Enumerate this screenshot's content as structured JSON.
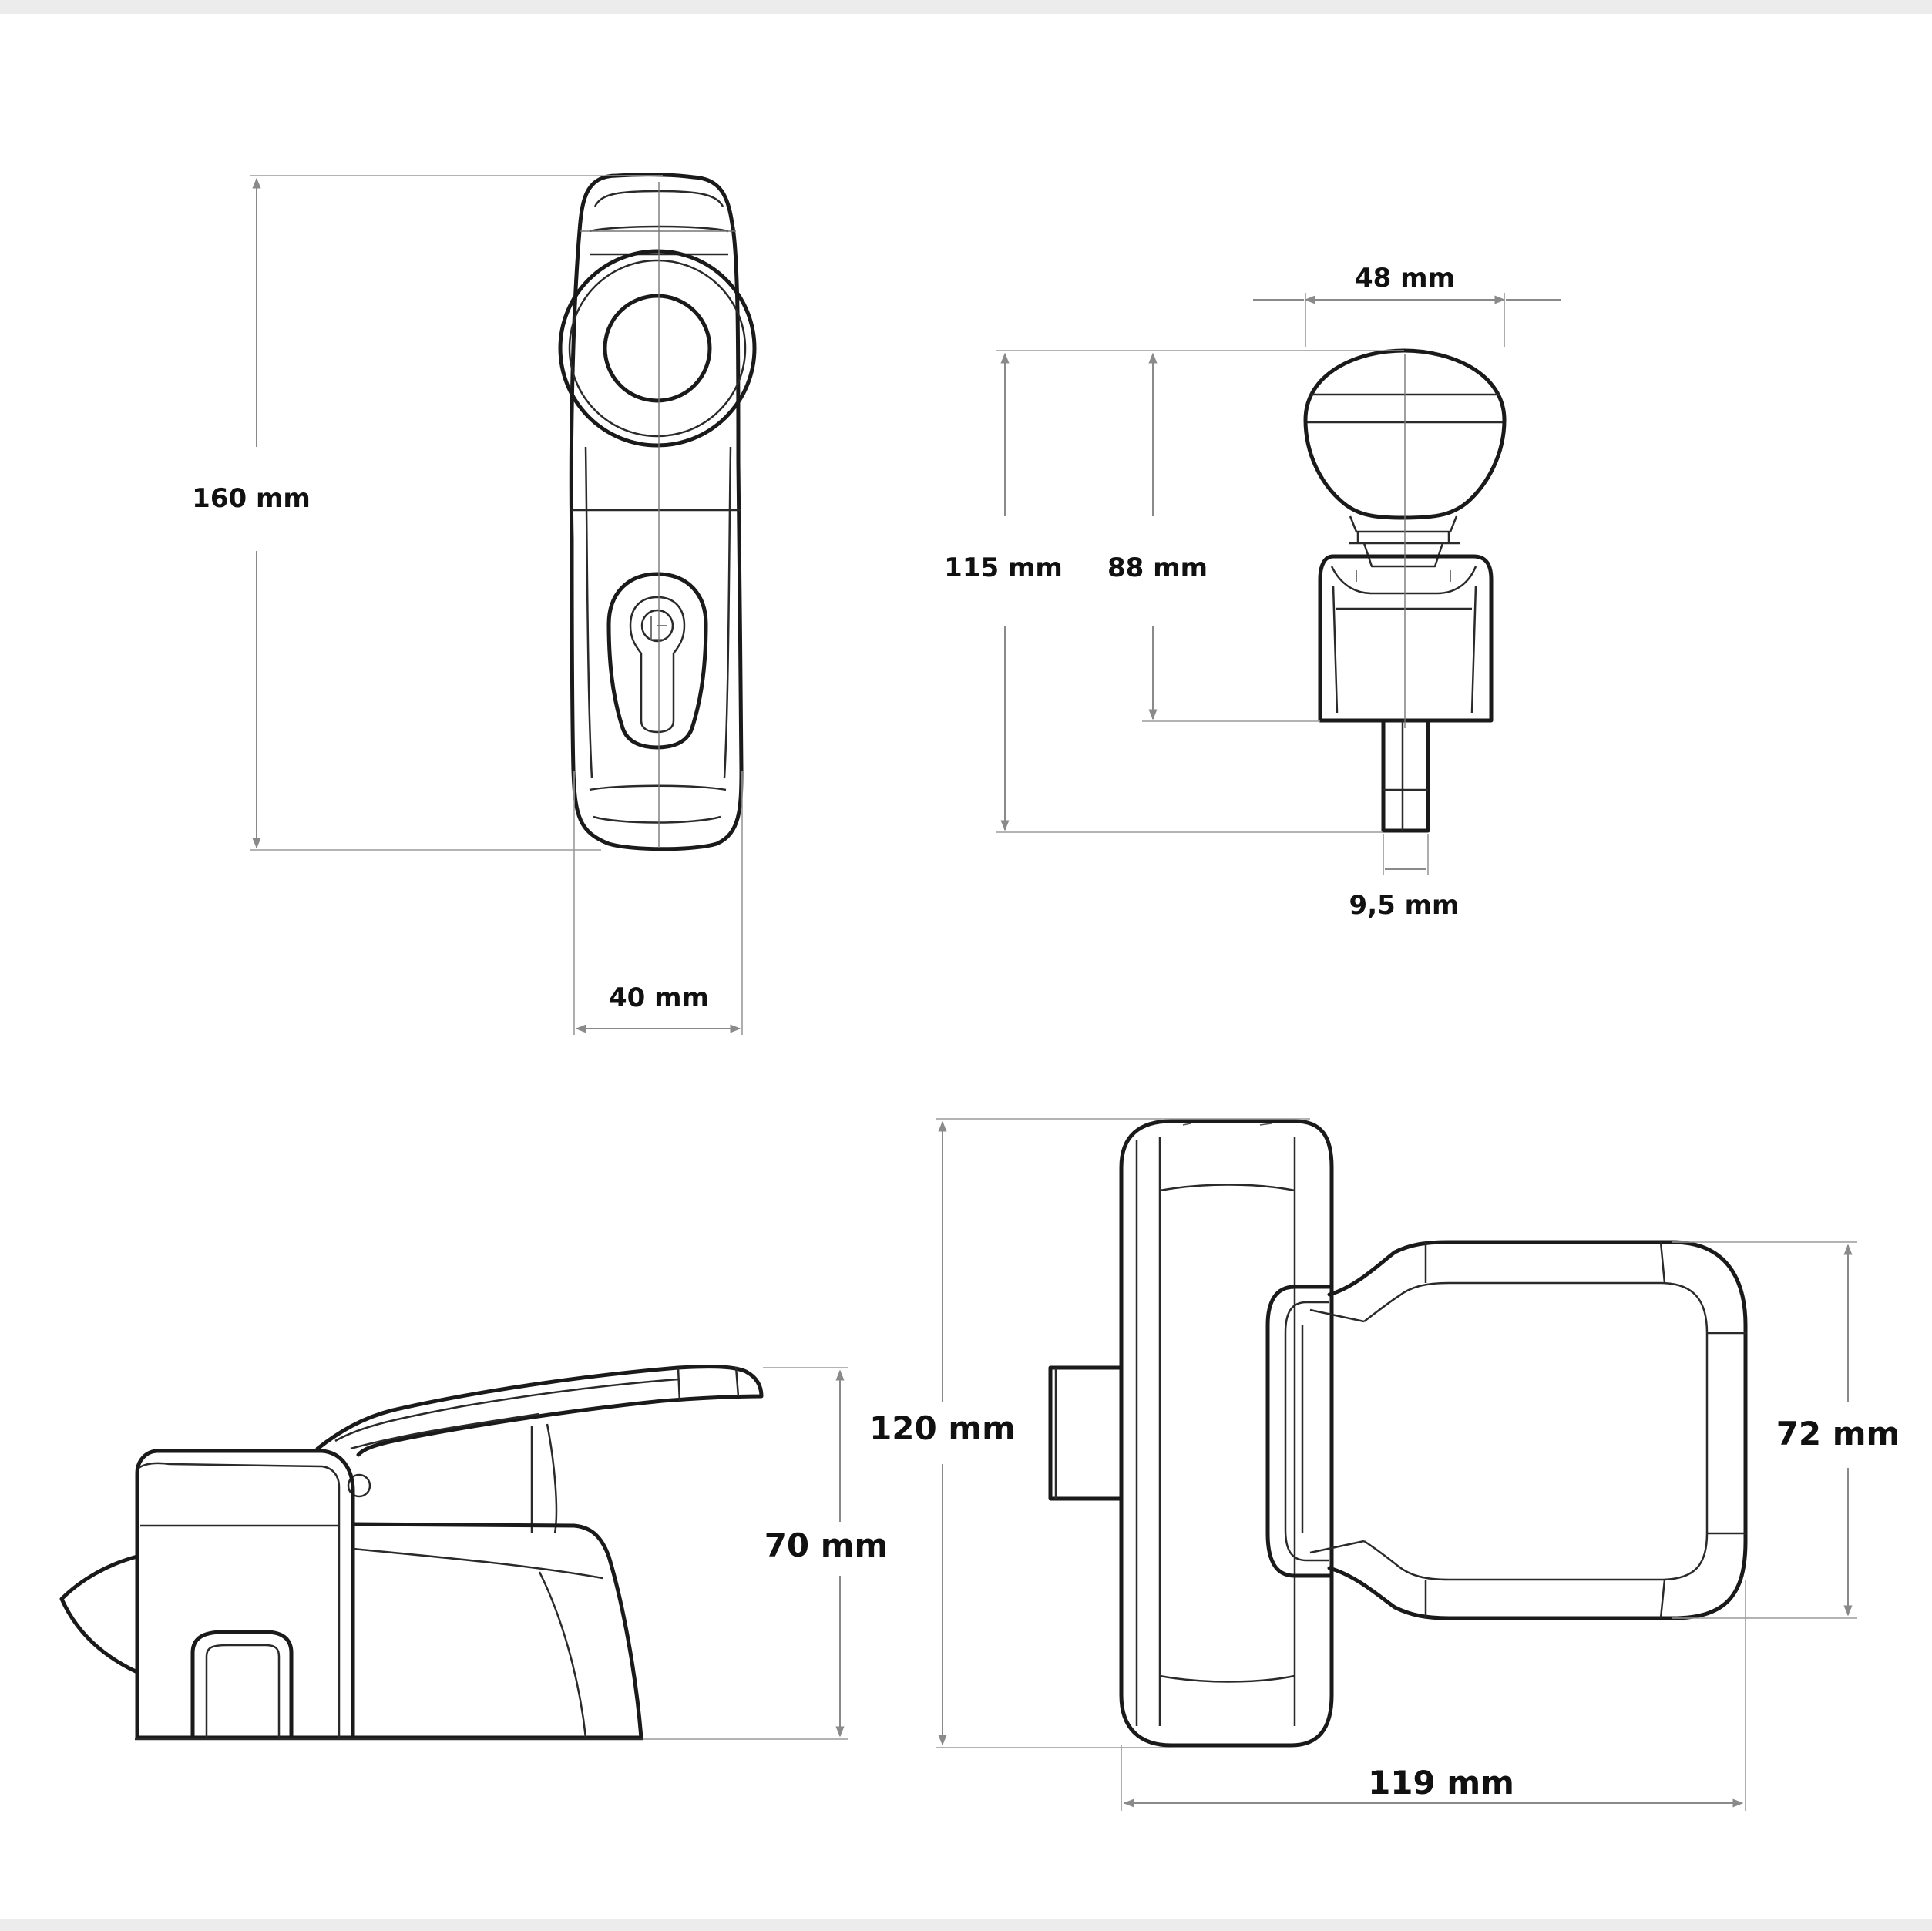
{
  "dimensions": {
    "front_height": "160 mm",
    "front_width": "40 mm",
    "knob_width": "48 mm",
    "side_total_height": "115 mm",
    "side_knob_height": "88 mm",
    "spindle": "9,5 mm",
    "profile_height": "70 mm",
    "top_height": "120 mm",
    "handle_width": "72 mm",
    "top_length": "119 mm"
  },
  "colors": {
    "line": "#1a1a1a",
    "dimension": "#8a8a8a",
    "background": "#ffffff"
  }
}
